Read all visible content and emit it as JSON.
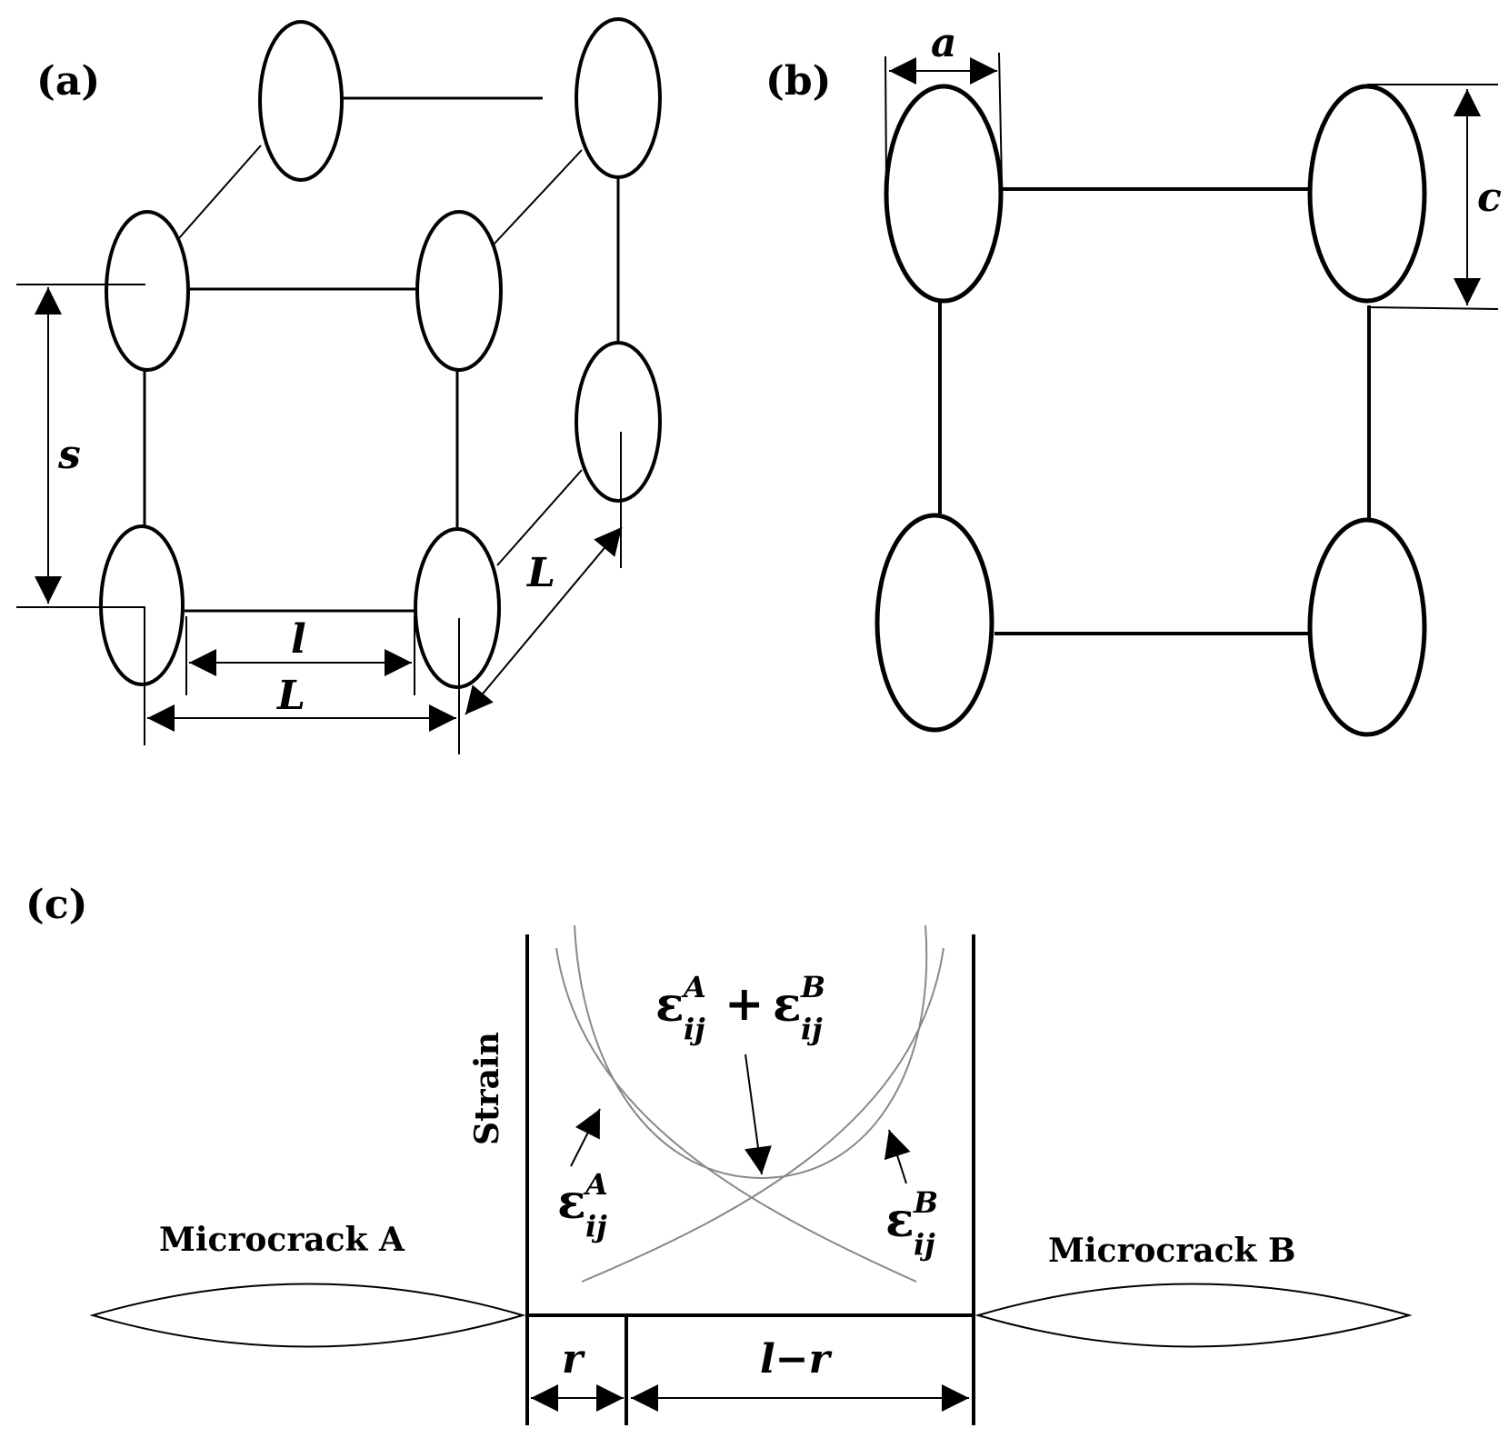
{
  "panels": {
    "a": {
      "label": "(a)",
      "dims": {
        "s": "s",
        "l": "l",
        "L_bottom": "L",
        "L_depth": "L"
      }
    },
    "b": {
      "label": "(b)",
      "dims": {
        "a": "a",
        "c": "c"
      }
    },
    "c": {
      "label": "(c)",
      "axis_label": "Strain",
      "sum_label": {
        "eps": "ε",
        "supA": "A",
        "subA": "ij",
        "plus": "+",
        "supB": "B",
        "subB": "ij"
      },
      "epsA": {
        "eps": "ε",
        "sup": "A",
        "sub": "ij"
      },
      "epsB": {
        "eps": "ε",
        "sup": "B",
        "sub": "ij"
      },
      "crack_a": "Microcrack  A",
      "crack_b": "Microcrack  B",
      "dim_r": "r",
      "dim_l_minus_r": "l−r"
    }
  }
}
